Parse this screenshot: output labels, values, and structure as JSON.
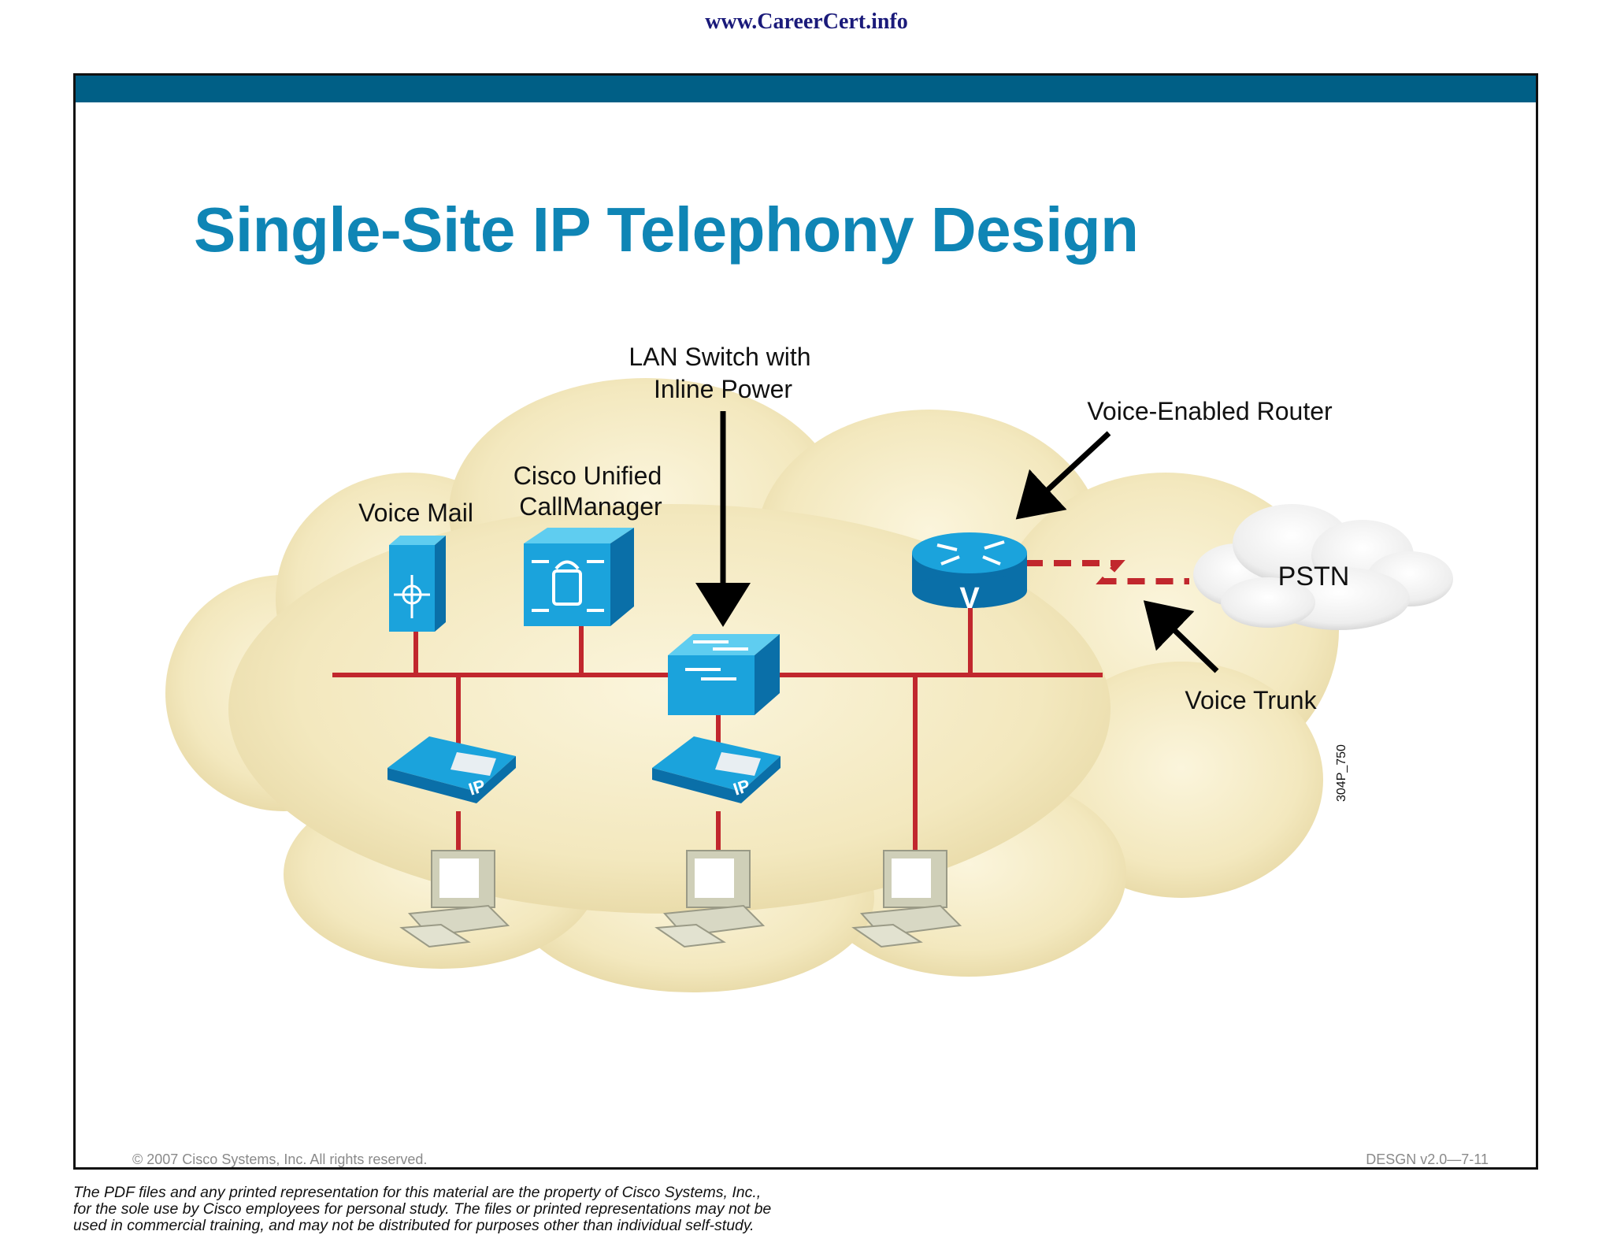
{
  "header": {
    "site_url": "www.CareerCert.info"
  },
  "slide": {
    "title": "Single-Site IP Telephony Design",
    "copyright": "© 2007 Cisco Systems, Inc. All rights reserved.",
    "course_code": "DESGN v2.0—7-11"
  },
  "diagram": {
    "labels": {
      "lan_switch_line1": "LAN Switch with",
      "lan_switch_line2": "Inline Power",
      "router": "Voice-Enabled Router",
      "callmanager_line1": "Cisco Unified",
      "callmanager_line2": "CallManager",
      "voice_mail": "Voice Mail",
      "pstn": "PSTN",
      "voice_trunk": "Voice Trunk",
      "figure_id": "304P_750",
      "ip_phone_1": "IP",
      "ip_phone_2": "IP",
      "router_badge": "V"
    }
  },
  "footer": {
    "disclaimer_line1": "The PDF files and any printed representation for this material are the property of Cisco Systems, Inc.,",
    "disclaimer_line2": "for the sole use by Cisco employees for personal study. The files or printed representations may not be",
    "disclaimer_line3": "used in commercial training, and may not be distributed for purposes other than individual self-study."
  }
}
